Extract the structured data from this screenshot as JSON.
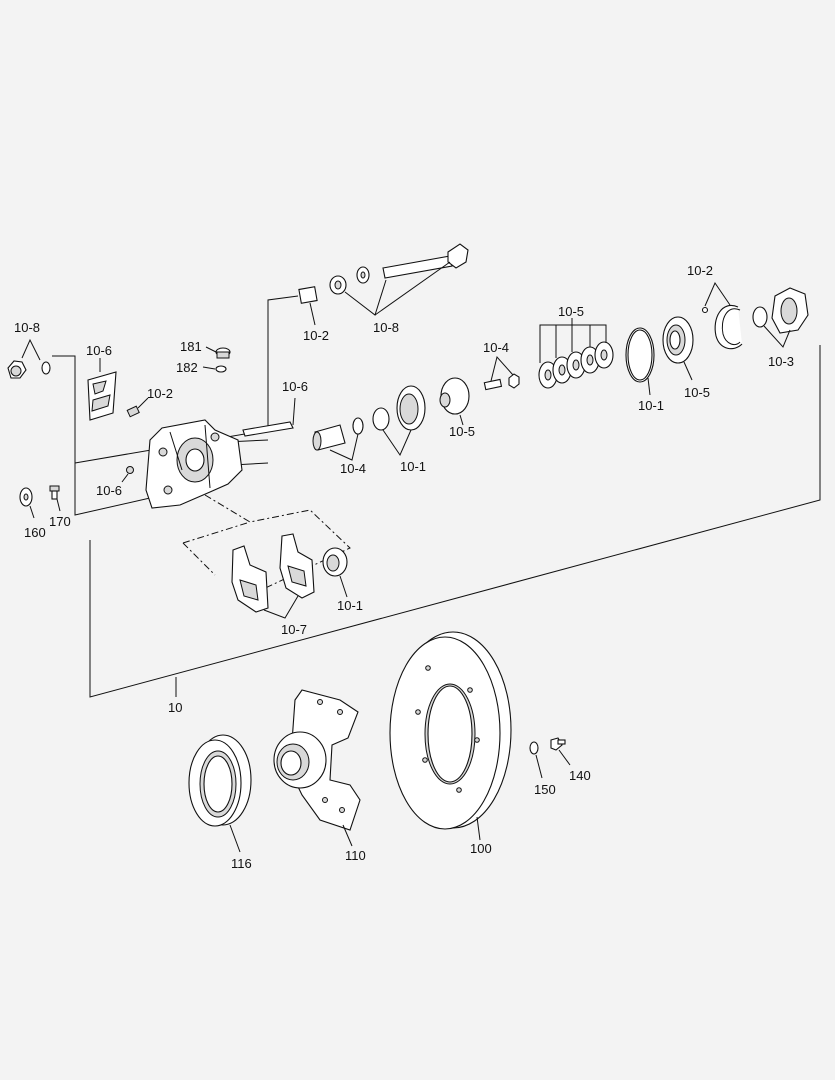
{
  "callouts": {
    "c10_8a": "10-8",
    "c10_6a": "10-6",
    "c181": "181",
    "c182": "182",
    "c10_2a": "10-2",
    "c10_6b": "10-6",
    "c160": "160",
    "c170": "170",
    "c10_2b": "10-2",
    "c10_8b": "10-8",
    "c10_6c": "10-6",
    "c10_4a": "10-4",
    "c10_1a": "10-1",
    "c10_5a": "10-5",
    "c10_4b": "10-4",
    "c10_5b": "10-5",
    "c10_1b": "10-1",
    "c10_5c": "10-5",
    "c10_2c": "10-2",
    "c10_3": "10-3",
    "c10_1c": "10-1",
    "c10_7": "10-7",
    "c10": "10",
    "c116": "116",
    "c110": "110",
    "c100": "100",
    "c150": "150",
    "c140": "140"
  }
}
